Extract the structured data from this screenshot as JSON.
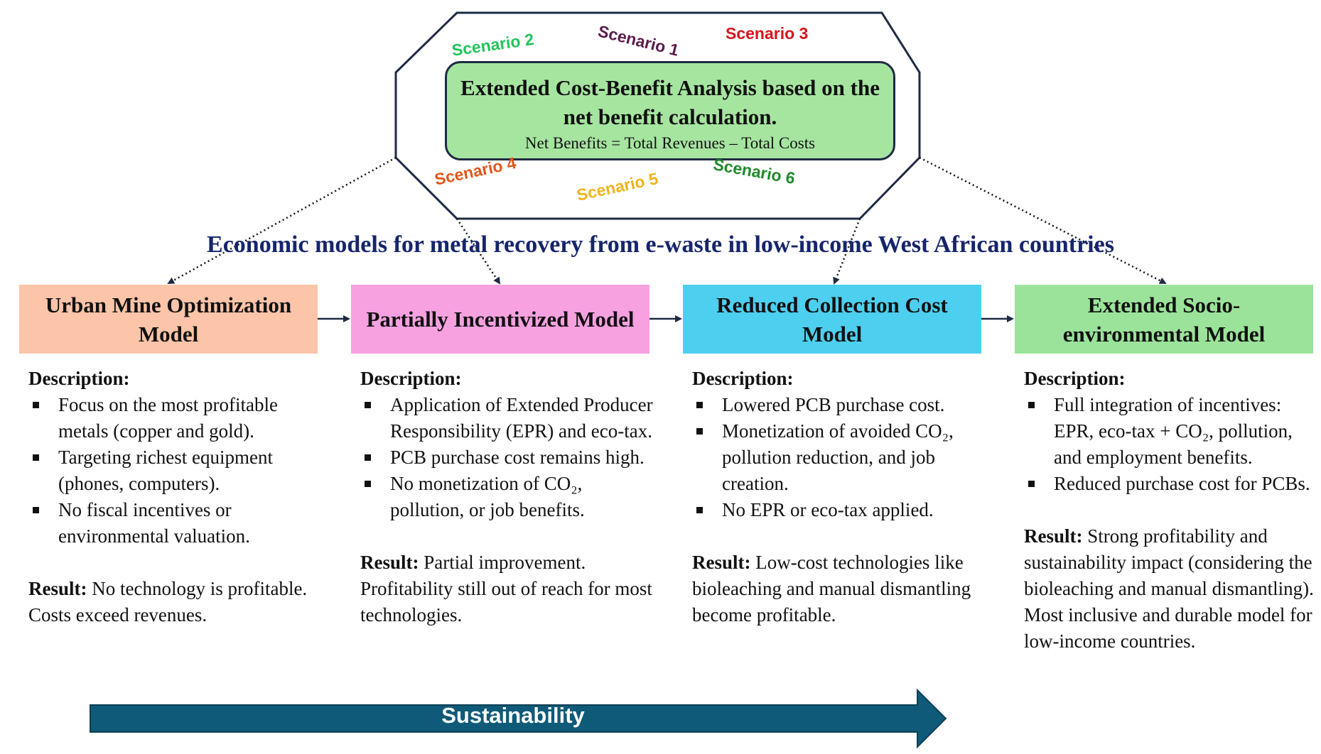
{
  "center": {
    "title": "Extended Cost-Benefit Analysis based on the net benefit calculation.",
    "formula": "Net Benefits = Total Revenues – Total Costs"
  },
  "scenarios": [
    {
      "label": "Scenario 1",
      "color": "#5b1a4a"
    },
    {
      "label": "Scenario 2",
      "color": "#22c45a"
    },
    {
      "label": "Scenario 3",
      "color": "#d7141c"
    },
    {
      "label": "Scenario 4",
      "color": "#e0561b"
    },
    {
      "label": "Scenario 5",
      "color": "#f2b31a"
    },
    {
      "label": "Scenario 6",
      "color": "#1f8a2a"
    }
  ],
  "title": "Economic models for metal recovery from e-waste in low-income West African countries",
  "models": [
    {
      "name": "Urban Mine Optimization Model",
      "color": "#fcc4a8",
      "description_label": "Description:",
      "bullets": [
        "Focus on the most profitable metals (copper and gold).",
        "Targeting richest equipment (phones, computers).",
        "No fiscal incentives or environmental valuation."
      ],
      "result_label": "Result:",
      "result_text": "No technology is profitable. Costs exceed revenues."
    },
    {
      "name": "Partially Incentivized Model",
      "color": "#f7a1e0",
      "description_label": "Description:",
      "bullets": [
        "Application of Extended Producer Responsibility (EPR) and eco-tax.",
        "PCB purchase cost remains high.",
        "No monetization of CO₂, pollution, or job benefits."
      ],
      "result_label": "Result:",
      "result_text": "Partial improvement. Profitability still out of reach for most technologies."
    },
    {
      "name": "Reduced Collection Cost Model",
      "color": "#4dcfef",
      "description_label": "Description:",
      "bullets": [
        "Lowered PCB purchase cost.",
        "Monetization of avoided CO₂, pollution reduction, and job creation.",
        "No EPR or eco-tax applied."
      ],
      "result_label": "Result:",
      "result_text": "Low-cost technologies like bioleaching and manual dismantling become profitable."
    },
    {
      "name": "Extended Socio-environmental Model",
      "color": "#9be39a",
      "description_label": "Description:",
      "bullets": [
        "Full integration of incentives: EPR, eco-tax + CO₂, pollution, and employment benefits.",
        "Reduced purchase cost for PCBs."
      ],
      "result_label": "Result:",
      "result_text": "Strong profitability and sustainability impact (considering the bioleaching and manual dismantling). Most inclusive and durable model for low-income countries."
    }
  ],
  "sustainability": {
    "label": "Sustainability",
    "color": "#0f5a78"
  }
}
